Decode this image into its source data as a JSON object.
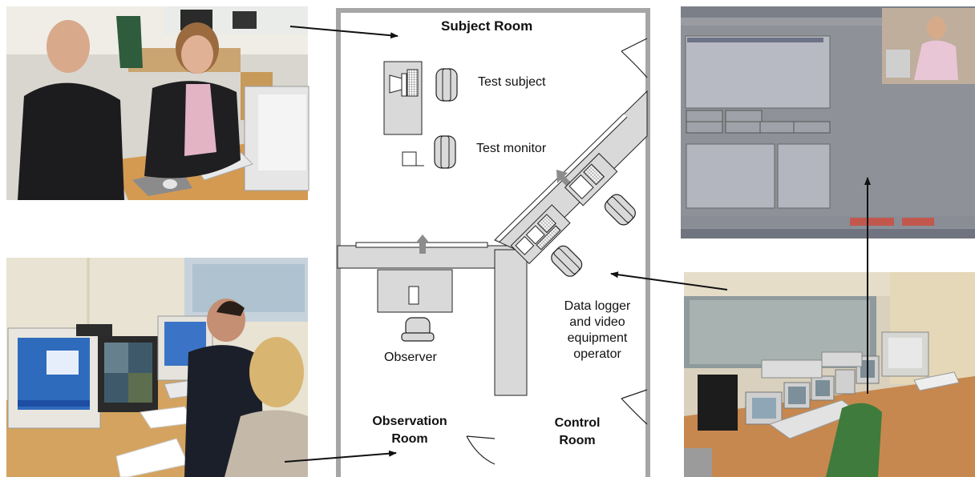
{
  "diagram": {
    "labels": {
      "subject_room": "Subject Room",
      "test_subject": "Test subject",
      "test_monitor": "Test monitor",
      "data_logger": "Data logger\nand video\nequipment\noperator",
      "observer": "Observer",
      "observation_room": "Observation\nRoom",
      "control_room": "Control\nRoom"
    }
  },
  "photos": {
    "top_left": "photo-subject-room",
    "bottom_left": "photo-observation-room",
    "top_right": "screenshot-logging-software",
    "bottom_right": "photo-control-room"
  },
  "colors": {
    "wall": "#a6a6a6",
    "furniture": "#d9d9d9",
    "outline": "#222222",
    "arrow": "#111111"
  }
}
